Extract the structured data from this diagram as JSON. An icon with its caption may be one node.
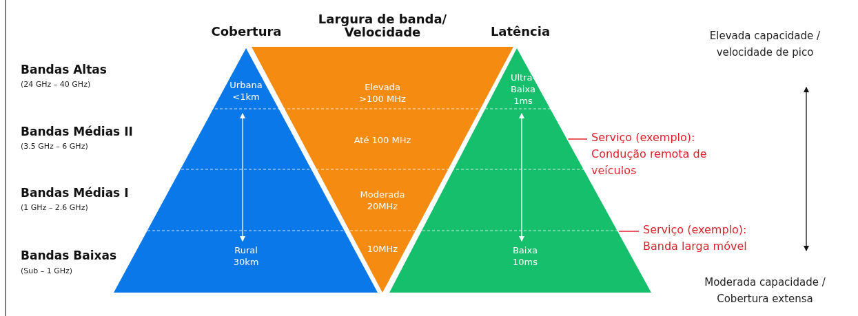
{
  "diagram": {
    "nodes": [
      {
        "text": [
          "Cobertura",
          "Urbana <1km",
          "Rural 30km"
        ]
      },
      {
        "text": [
          "Largura de banda/ Velocidade",
          "Elevada >100 MHz",
          "Até 100 MHz",
          "Moderada 20MHz",
          "10MHz"
        ]
      },
      {
        "text": [
          "Latência",
          "Ultra-Baixa 1ms",
          "Baixa 10ms"
        ]
      },
      {
        "text": [
          "Serviço (exemplo): Condução remota de veículos"
        ]
      },
      {
        "text": [
          "Serviço (exemplo): Banda larga móvel"
        ]
      }
    ],
    "edges": [
      {
        "from": 3,
        "to": 2,
        "arrow": "none",
        "color": "#e0202a"
      },
      {
        "from": 4,
        "to": 2,
        "arrow": "none",
        "color": "#e0202a"
      }
    ],
    "labels": [
      "Bandas Altas",
      "(24 GHz – 40 GHz)",
      "Bandas Médias II",
      "(3.5 GHz – 6 GHz)",
      "Bandas Médias I",
      "(1 GHz – 2.6 GHz)",
      "Bandas Baixas",
      "(Sub – 1 GHz)",
      "Elevada capacidade / velocidade de pico",
      "Moderada capacidade / Cobertura extensa"
    ]
  }
}
